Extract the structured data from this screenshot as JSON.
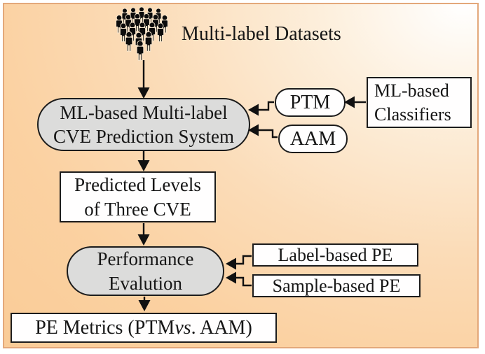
{
  "diagram": {
    "title_note": "ML-based multi-label CVE prediction flowchart",
    "nodes": {
      "datasets_label": "Multi-label Datasets",
      "system": {
        "line1": "ML-based Multi-label",
        "line2": "CVE Prediction System"
      },
      "ptm": "PTM",
      "aam": "AAM",
      "classifiers": {
        "line1": "ML-based",
        "line2": "Classifiers"
      },
      "predicted": {
        "line1": "Predicted Levels",
        "line2": "of Three CVE"
      },
      "performance": {
        "line1": "Performance",
        "line2": "Evalution"
      },
      "label_pe": "Label-based PE",
      "sample_pe": "Sample-based PE",
      "metrics": {
        "prefix": "PE Metrics (PTM ",
        "vs": "vs",
        "suffix": ". AAM)"
      }
    },
    "icons": {
      "datasets": "crowd-people-icon"
    },
    "colors": {
      "background_peach": "#f9cb96",
      "background_highlight": "#ffffff",
      "frame_border": "#e3a87a",
      "node_gray": "#dcdcdb",
      "node_white": "#fffefe",
      "node_border": "#1c1c1c",
      "arrow": "#111111"
    }
  }
}
